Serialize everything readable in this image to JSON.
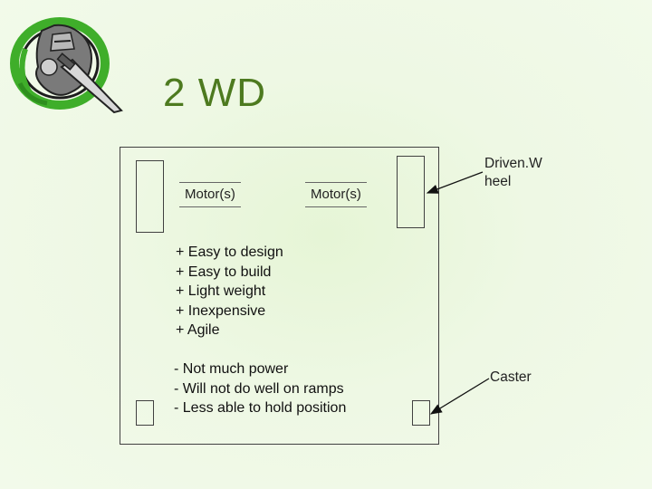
{
  "title": "2 WD",
  "diagram": {
    "motor_left_label": "Motor(s)",
    "motor_right_label": "Motor(s)",
    "driven_wheel_label_line1": "Driven.W",
    "driven_wheel_label_line2": "heel",
    "caster_label": "Caster"
  },
  "pros": [
    "+ Easy to design",
    "+ Easy to build",
    "+ Light weight",
    "+ Inexpensive",
    "+ Agile"
  ],
  "cons": [
    "- Not much power",
    "- Will not do well on ramps",
    "- Less able to hold position"
  ],
  "colors": {
    "title": "#4d7a1f",
    "logo_green": "#3fae2a",
    "outline": "#404040"
  },
  "logo": {
    "icon": "knight-with-sword-logo"
  }
}
